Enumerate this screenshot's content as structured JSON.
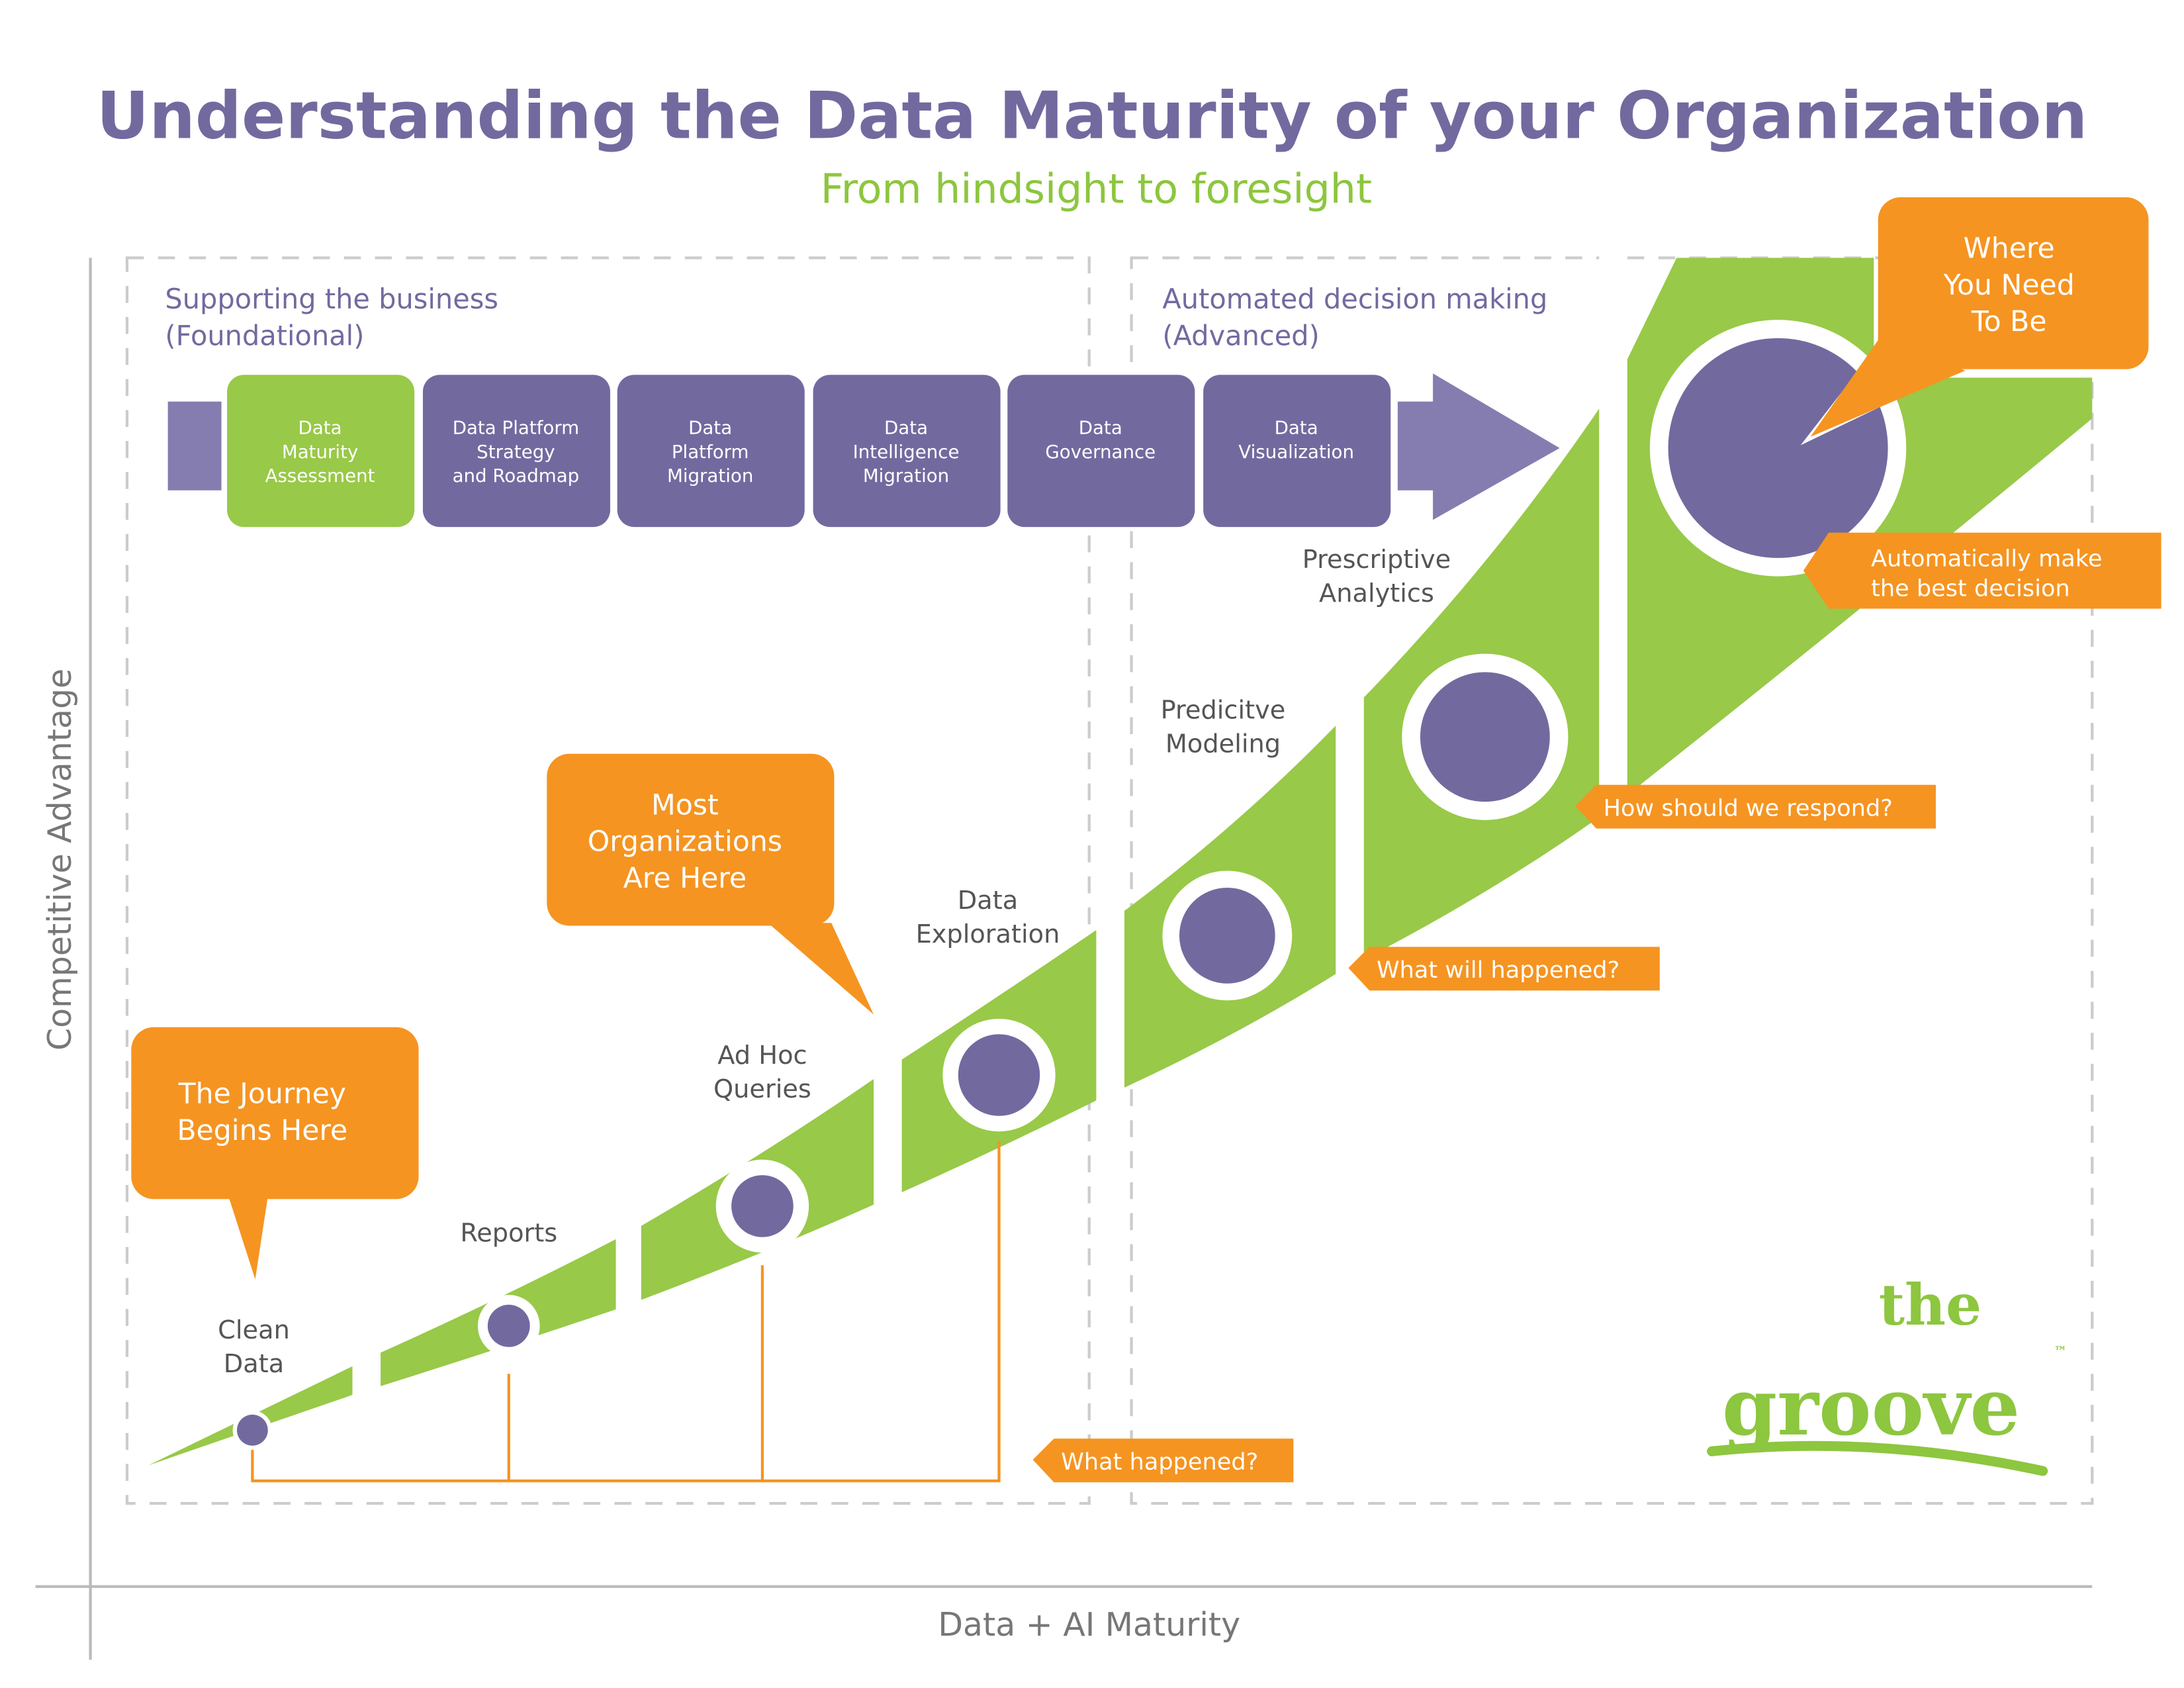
{
  "title": "Understanding the Data Maturity of your Organization",
  "subtitle": "From hindsight to foresight",
  "sections": {
    "foundational": {
      "line1": "Supporting the business",
      "line2": "(Foundational)"
    },
    "advanced": {
      "line1": "Automated decision making",
      "line2": "(Advanced)"
    }
  },
  "process_steps": [
    {
      "lines": [
        "Data",
        "Maturity",
        "Assessment"
      ],
      "active": true
    },
    {
      "lines": [
        "Data Platform",
        "Strategy",
        "and Roadmap"
      ],
      "active": false
    },
    {
      "lines": [
        "Data",
        "Platform",
        "Migration"
      ],
      "active": false
    },
    {
      "lines": [
        "Data",
        "Intelligence",
        "Migration"
      ],
      "active": false
    },
    {
      "lines": [
        "Data",
        "Governance"
      ],
      "active": false
    },
    {
      "lines": [
        "Data",
        "Visualization"
      ],
      "active": false
    }
  ],
  "stages": [
    {
      "lines": [
        "Clean",
        "Data"
      ]
    },
    {
      "lines": [
        "Reports"
      ]
    },
    {
      "lines": [
        "Ad Hoc",
        "Queries"
      ]
    },
    {
      "lines": [
        "Data",
        "Exploration"
      ]
    },
    {
      "lines": [
        "Predicitve",
        "Modeling"
      ]
    },
    {
      "lines": [
        "Prescriptive",
        "Analytics"
      ]
    }
  ],
  "callouts": {
    "journey": [
      "The Journey",
      "Begins Here"
    ],
    "most": [
      "Most",
      "Organizations",
      "Are Here"
    ],
    "where": [
      "Where",
      "You Need",
      "To Be"
    ]
  },
  "tags": {
    "what_happened": "What happened?",
    "what_will": "What will happened?",
    "how_respond": "How should we respond?",
    "auto": [
      "Automatically make",
      "the best decision"
    ]
  },
  "axes": {
    "y": "Competitive Advantage",
    "x": "Data + AI Maturity"
  },
  "logo": {
    "line1": "the",
    "line2": "groove",
    "tm": "™"
  },
  "colors": {
    "purple": "#726A9F",
    "green": "#98C948",
    "orange": "#F59421"
  }
}
